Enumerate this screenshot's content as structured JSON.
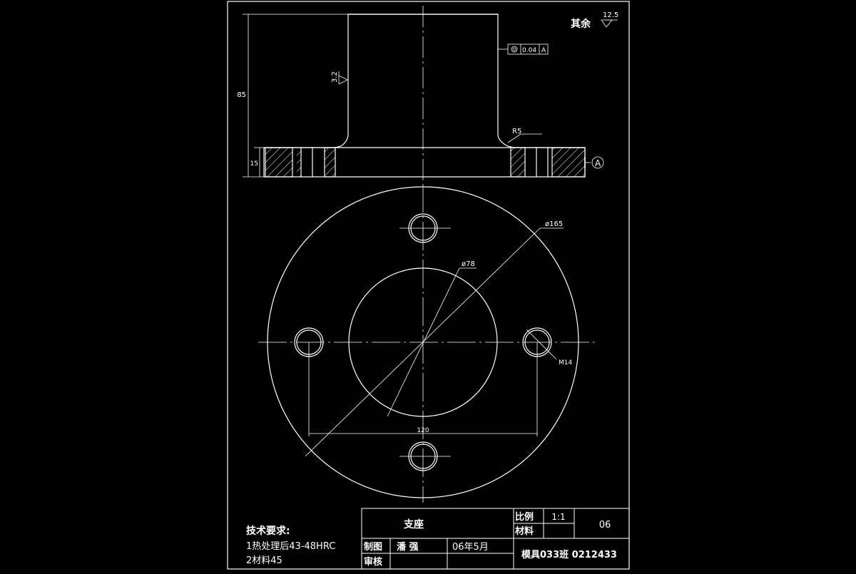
{
  "surface_finish_other": {
    "label": "其余",
    "value": "12.5"
  },
  "surface_finish_bore": "3.2",
  "tolerance": {
    "symbol": "concentricity-symbol",
    "value": "0.04",
    "datum": "A"
  },
  "datum_marker": "A",
  "dimensions": {
    "height_total": "85",
    "flange_thickness": "15",
    "fillet_radius": "R5",
    "outer_diameter": "ø165",
    "bore_diameter": "ø78",
    "bolt_spacing": "120",
    "thread": "M14"
  },
  "tech_requirements": {
    "heading": "技术要求:",
    "items": [
      "1热处理后43-48HRC",
      "2材料45"
    ]
  },
  "title_block": {
    "part_name": "支座",
    "scale_label": "比例",
    "scale_value": "1:1",
    "material_label": "材料",
    "drawing_no": "06",
    "drawn_label": "制图",
    "drawn_by": "潘 强",
    "date": "06年5月",
    "reviewed_label": "审核",
    "class_info": "模具033班 0212433"
  },
  "colors": {
    "background": "#000000",
    "line": "#ffffff"
  }
}
